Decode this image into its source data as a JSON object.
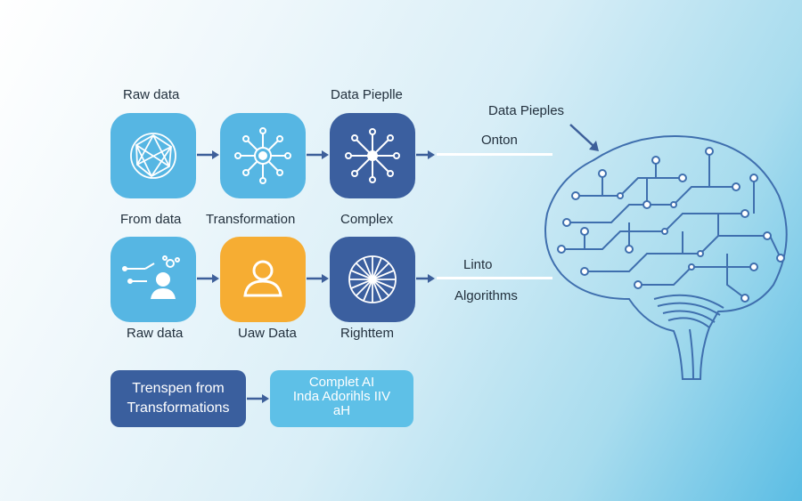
{
  "labels": {
    "raw_data_top": "Raw data",
    "data_pipeline": "Data Pieplle",
    "from_data": "From data",
    "transformation": "Transformation",
    "complex": "Complex",
    "raw_data_bottom": "Raw data",
    "uaw_data": "Uaw Data",
    "righttem": "Righttem",
    "data_pipeples": "Data Pieples",
    "onton": "Onton",
    "linto": "Linto",
    "algorithms": "Algorithms"
  },
  "pills": {
    "left_line1": "Trenspen from",
    "left_line2": "Transformations",
    "right_line1": "Complet AI",
    "right_line2": "Inda Adorihls  IIV",
    "right_line3": "aH"
  },
  "colors": {
    "tile_light": "#56b6e3",
    "tile_dark": "#3b5f9f",
    "tile_orange": "#f6ad33",
    "brain_stroke": "#3f6fae",
    "arrow": "#3d5f9a"
  }
}
